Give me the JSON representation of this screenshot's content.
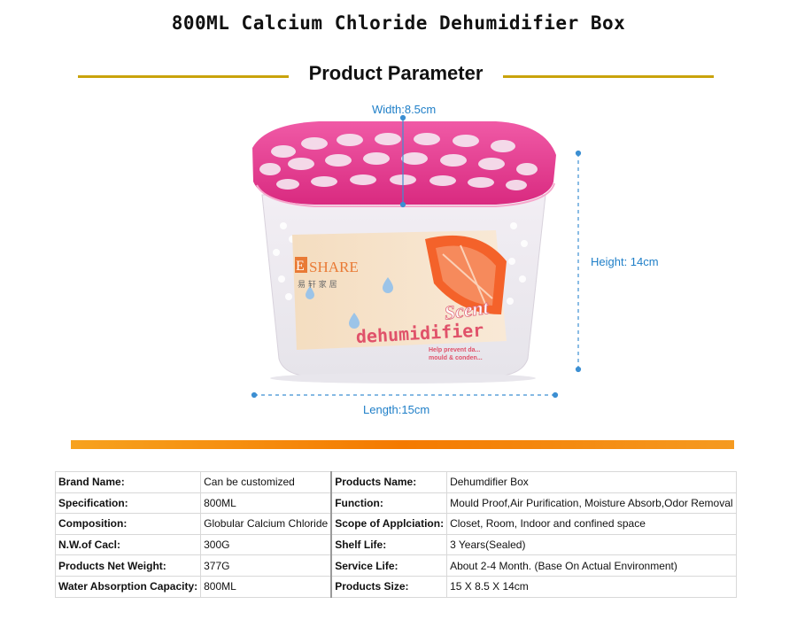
{
  "title": "800ML Calcium Chloride Dehumidifier Box",
  "section_heading": "Product Parameter",
  "dimensions": {
    "width": "Width:8.5cm",
    "height": "Height: 14cm",
    "length": "Length:15cm"
  },
  "product_label": {
    "brand": "SHARE",
    "brand_initial": "E",
    "brand_cn": "易 轩 家 居",
    "scent": "Scent",
    "name": "dehumidifier",
    "tagline_1": "Help prevent da...",
    "tagline_2": "mould & conden..."
  },
  "colors": {
    "accent_gold": "#c9a30c",
    "accent_orange": "#f47a00",
    "dimension_blue": "#1f7fc8",
    "lid_pink": "#e9378f"
  },
  "specs": [
    {
      "k1": "Brand Name:",
      "v1": "Can be customized",
      "k2": "Products Name:",
      "v2": "Dehumdifier Box"
    },
    {
      "k1": "Specification:",
      "v1": "800ML",
      "k2": "Function:",
      "v2": "Mould Proof,Air Purification, Moisture Absorb,Odor Removal"
    },
    {
      "k1": "Composition:",
      "v1": "Globular Calcium Chloride",
      "k2": "Scope of Applciation:",
      "v2": "Closet, Room, Indoor and confined space"
    },
    {
      "k1": "N.W.of Cacl:",
      "v1": "300G",
      "k2": "Shelf Life:",
      "v2": "3 Years(Sealed)"
    },
    {
      "k1": "Products Net Weight:",
      "v1": "377G",
      "k2": "Service Life:",
      "v2": "About 2-4 Month. (Base On Actual Environment)"
    },
    {
      "k1": "Water Absorption Capacity:",
      "v1": "800ML",
      "k2": "Products Size:",
      "v2": "15 X 8.5 X 14cm"
    }
  ]
}
